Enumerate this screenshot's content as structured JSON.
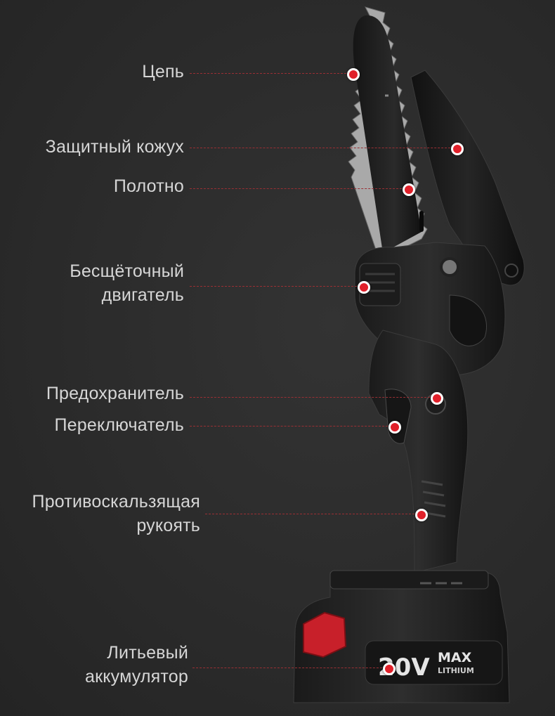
{
  "labels": {
    "chain": "Цепь",
    "guard": "Защитный кожух",
    "blade": "Полотно",
    "motor_line1": "Бесщёточный",
    "motor_line2": "двигатель",
    "safety": "Предохранитель",
    "switch": "Переключатель",
    "grip_line1": "Противоскальзящая",
    "grip_line2": "рукоять",
    "battery_line1": "Литьевый",
    "battery_line2": "аккумулятор"
  },
  "battery_print": {
    "voltage": "20V",
    "max": "MAX",
    "chem": "LITHIUM"
  },
  "colors": {
    "background": "#2a2a2a",
    "label_text": "#d6d6d6",
    "leader_line": "#9a2f34",
    "marker": "#e0202a",
    "release_button": "#c8202a"
  }
}
